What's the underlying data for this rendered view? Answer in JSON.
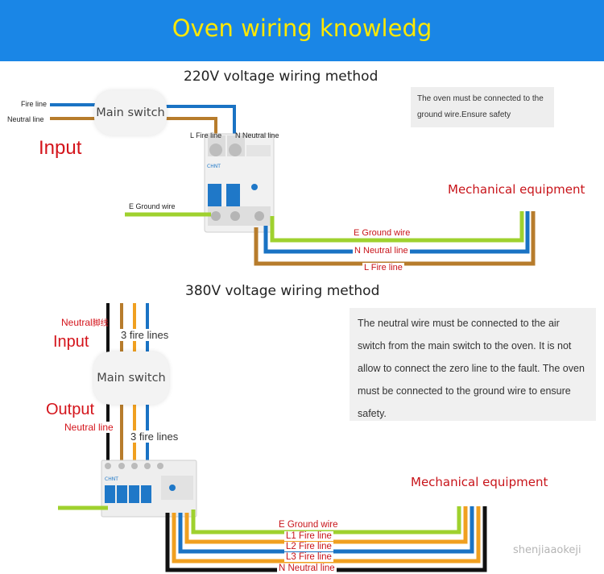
{
  "title": "Oven wiring knowledg",
  "section220": {
    "title": "220V voltage wiring method",
    "fire_line": "Fire line",
    "neutral_line": "Neutral line",
    "input": "Input",
    "main_switch": "Main switch",
    "l_fire": "L Fire line",
    "n_neutral": "N Neutral line",
    "e_ground": "E Ground wire",
    "note": "The oven must be connected to the ground wire.Ensure safety",
    "mechanical": "Mechanical equipment",
    "out_e": "E Ground wire",
    "out_n": "N Neutral line",
    "out_l": "L Fire line",
    "breaker_brand": "CHNT"
  },
  "section380": {
    "title": "380V voltage wiring method",
    "neutral_top": "Neutral",
    "neutral_top_cn": "脚线",
    "input": "Input",
    "fire_lines_top": "3 fire lines",
    "main_switch": "Main switch",
    "output": "Output",
    "neutral_bottom": "Neutral line",
    "fire_lines_bottom": "3 fire lines",
    "note": "The neutral wire must be connected to the air switch from the main switch to the oven. It is not allow to connect the zero line to the fault. The oven must be connected to the ground wire to ensure safety.",
    "mechanical": "Mechanical equipment",
    "out_e": "E Ground wire",
    "out_l1": "L1 Fire line",
    "out_l2": "L2 Fire line",
    "out_l3": "L3 Fire line",
    "out_n": "N Neutral line",
    "breaker_brand": "CHNT"
  },
  "watermark": "shenjiaaokeji",
  "colors": {
    "banner": "#1a86e6",
    "title": "#ffe800",
    "blue_wire": "#1a73c4",
    "brown_wire": "#b77c2c",
    "ground_wire": "#9fd12e",
    "orange_wire": "#f0a020",
    "black_wire": "#111111",
    "label_red": "#d4141b"
  }
}
